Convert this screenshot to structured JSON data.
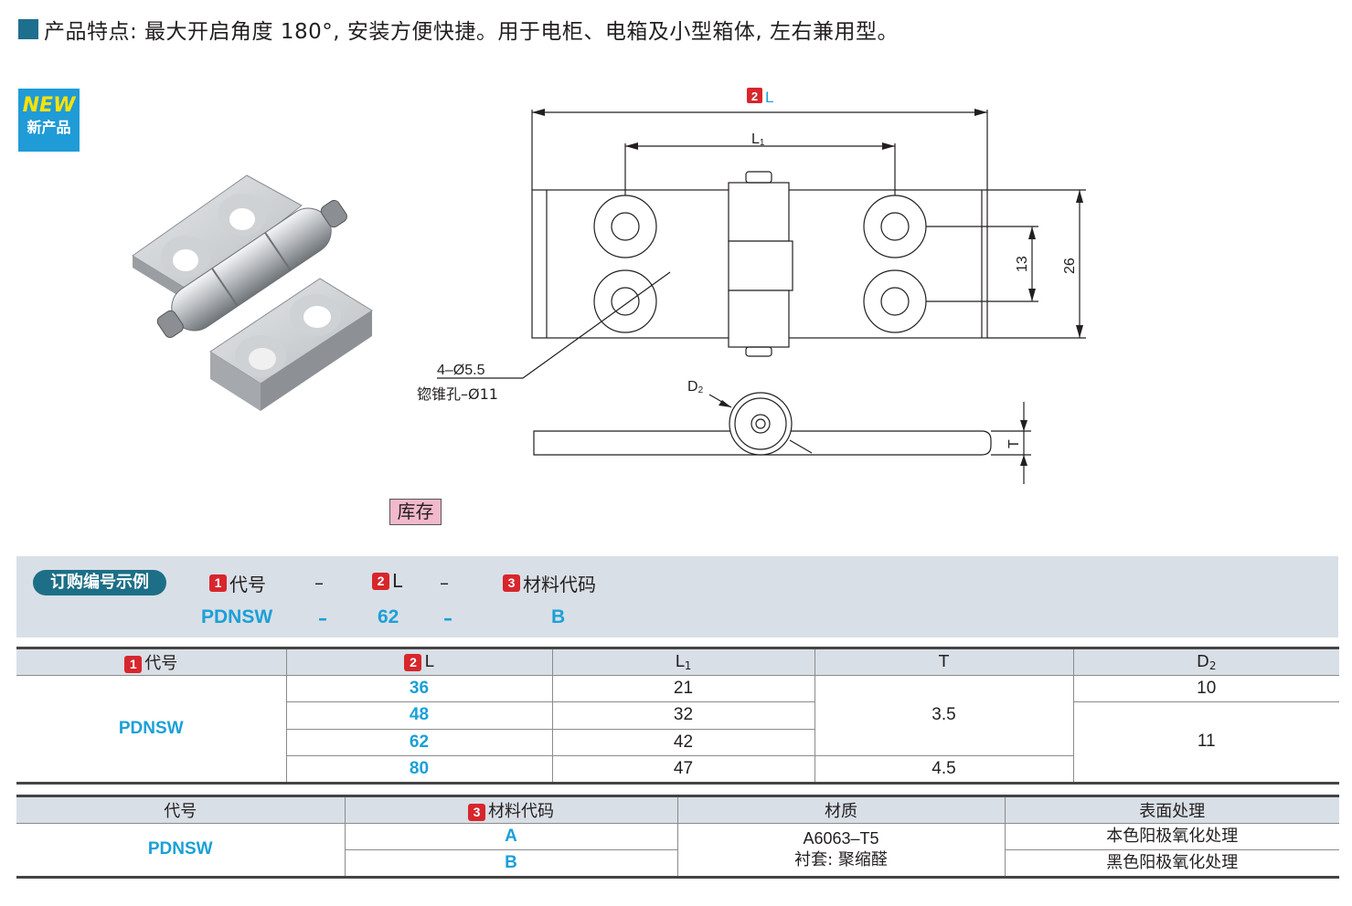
{
  "header": {
    "text": "产品特点: 最大开启角度 180°, 安装方便快捷。用于电柜、电箱及小型箱体, 左右兼用型。"
  },
  "new_badge": {
    "en": "NEW",
    "cn": "新产品"
  },
  "drawing": {
    "dim_L": "L",
    "dim_L1": "L",
    "dim_L1_sub": "1",
    "dim_13": "13",
    "dim_26": "26",
    "hole_note_1": "4–Ø5.5",
    "hole_note_2": "锪锥孔–Ø11",
    "dim_D2": "D",
    "dim_D2_sub": "2",
    "dim_T": "T",
    "badge_2": "2"
  },
  "stock": "库存",
  "order_example": {
    "label": "订购编号示例",
    "col1_num": "1",
    "col1_label": "代号",
    "col2_num": "2",
    "col2_label": "L",
    "col3_num": "3",
    "col3_label": "材料代码",
    "dash": "–",
    "val1": "PDNSW",
    "val2": "62",
    "val3": "B"
  },
  "spec_table": {
    "h_code_num": "1",
    "h_code": "代号",
    "h_L_num": "2",
    "h_L": "L",
    "h_L1": "L",
    "h_L1_sub": "1",
    "h_T": "T",
    "h_D2": "D",
    "h_D2_sub": "2",
    "code": "PDNSW",
    "rows": [
      {
        "L": "36",
        "L1": "21"
      },
      {
        "L": "48",
        "L1": "32"
      },
      {
        "L": "62",
        "L1": "42"
      },
      {
        "L": "80",
        "L1": "47"
      }
    ],
    "T_a": "3.5",
    "T_b": "4.5",
    "D2_a": "10",
    "D2_b": "11"
  },
  "material_table": {
    "h_code": "代号",
    "h_mat_num": "3",
    "h_mat_code": "材料代码",
    "h_material": "材质",
    "h_surface": "表面处理",
    "code": "PDNSW",
    "mat_codes": [
      "A",
      "B"
    ],
    "material_1": "A6063–T5",
    "material_2": "衬套: 聚缩醛",
    "surfaces": [
      "本色阳极氧化处理",
      "黑色阳极氧化处理"
    ]
  }
}
